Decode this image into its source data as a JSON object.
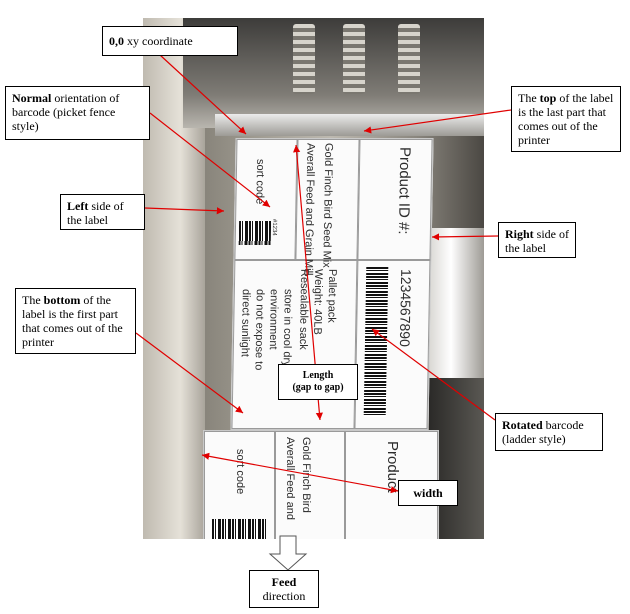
{
  "callouts": {
    "origin": {
      "bold": "0,0",
      "rest": " xy coordinate"
    },
    "normal": {
      "bold": "Normal",
      "rest": "  orientation of barcode (picket fence style)"
    },
    "top": {
      "pre": "The ",
      "bold": "top",
      "rest": " of the label is the last part that comes out of the printer"
    },
    "left": {
      "bold": "Left",
      "rest": " side of the label"
    },
    "right": {
      "bold": "Right",
      "rest": " side of the label"
    },
    "bottom": {
      "pre": "The ",
      "bold": "bottom",
      "rest": " of the label is the first part that comes out of the printer"
    },
    "length": {
      "bold": "Length",
      "rest": "(gap to gap)"
    },
    "rotated": {
      "bold": "Rotated",
      "rest": " barcode (ladder style)"
    },
    "width": {
      "bold": "width"
    },
    "feed": {
      "bold": "Feed",
      "rest": "direction"
    }
  },
  "label_print": {
    "product_id": "Product ID #:",
    "sort_code": "sort code",
    "product_line1": "Gold Finch Bird Seed Mix",
    "product_line2": "Averall Feed and Grain Mill",
    "pallet_line1": "Pallet pack",
    "pallet_line2": "Weight: 40LB",
    "pallet_line3": "Resealable sack",
    "store_line1": "store in cool dry",
    "store_line2": "environment",
    "store_line3": "do not expose to",
    "store_line4": "direct sunlight",
    "id_number": "1234567890",
    "small_code": "#1234",
    "lower_product": "Product",
    "lower_line1": "Gold Finch Bird",
    "lower_line2": "Averall Feed and"
  },
  "colors": {
    "arrow": "#e00000",
    "callout_border": "#000000"
  }
}
